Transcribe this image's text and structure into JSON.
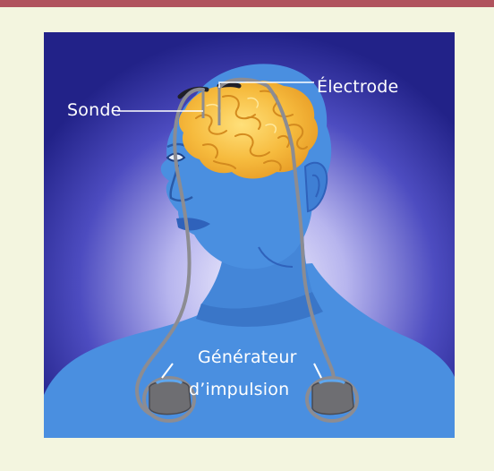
{
  "labels": {
    "sonde": "Sonde",
    "electrode": "Électrode",
    "generator_line1": "Générateur",
    "generator_line2": "d’impulsion"
  },
  "colors": {
    "header_bar": "#b0535d",
    "page_background": "#f3f5df",
    "background_dark": "#2a2a8f",
    "background_glow": "#f4f2ff",
    "skin": "#4a8fe0",
    "skin_shadow": "#2f62bb",
    "brain": "#f3b63a",
    "brain_highlight": "#ffe07a",
    "wire": "#8c8c92",
    "generator": "#6e6e72",
    "label_text": "#ffffff"
  },
  "icons": [
    "head-illustration",
    "brain-illustration",
    "pulse-generator-device"
  ]
}
